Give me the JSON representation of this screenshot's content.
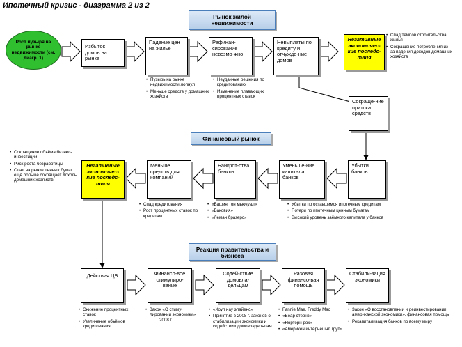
{
  "title": "Ипотечный кризис - диаграмма 2 из 2",
  "sections": {
    "housing": "Рынок жилой недвижимости",
    "financial": "Финансовый рынок",
    "government": "Реакция правительства и бизнеса"
  },
  "start": "Рост пузыря на рынке недвижимости (см. диагр. 1)",
  "row1": {
    "b1": "Избыток домов на рынке",
    "b2": "Падение цен на жильё",
    "b3": "Рефинан-сирование невозмо-жно",
    "b4": "Невыплаты по кредиту и отчужде-ние домов",
    "neg": "Негативные экономичес-кие последс-твия"
  },
  "row1_notes": {
    "b2": [
      "Пузырь на рынке недвижимости лопнул",
      "Меньше средств у домашних хозяйств"
    ],
    "b3": [
      "Неудачные решения по кредитованию",
      "Изменение плавающих процентных ставок"
    ],
    "neg": [
      "Спад темпов строительства жилья",
      "Сокращение потребления из-за падения доходов домашних хозяйств"
    ]
  },
  "cash_flow_box": "Сокраще-ние притока средств",
  "row2": {
    "b1": "Убытки банков",
    "b2": "Уменьше-ние капитала банков",
    "b3": "Банкрот-ства банков",
    "b4": "Меньше средств для компаний",
    "neg": "Негативные экономичес-кие последс-твия"
  },
  "row2_notes": {
    "left": [
      "Сокращение объёма бизнес-инвестиций",
      "Риск роста безработицы",
      "Спад на рынке ценных бумаг ещё больше сокращает доходы домашних хозяйств"
    ],
    "b4": [
      "Спад кредитования",
      "Рост процентных ставок по кредитам"
    ],
    "b3": [
      "«Вашингтон мьючуал»",
      "«Ваковия»",
      "«Леман бразерс»"
    ],
    "b2": [
      "Убытки по оставшимся ипотечным кредитам",
      "Потери по ипотечным ценным бумагам",
      "Высокий уровень заёмного капитала у банков"
    ]
  },
  "row3": {
    "b1": "Действия ЦБ",
    "b2": "Финансо-вое стимулиро-вание",
    "b3": "Содей-ствие домовла-дельцам",
    "b4": "Разовая финансо-вая помощь",
    "b5": "Стабили-зация экономики"
  },
  "row3_notes": {
    "b1": [
      "Снижение процентных ставок",
      "Увеличение объёмов кредитования"
    ],
    "b2_text": "Закон «О стиму-лировании экономики»",
    "b2_year": "2008 г.",
    "b3": [
      "«Хоуп нау элайенс»",
      "Принятие в 2008 г. законов о стабилизации экономики и содействии домовладельцам"
    ],
    "b4": [
      "Fannie Mae, Freddy Mac",
      "«Веар стернз»",
      "«Нортерн рок»",
      "«Америкен интернешнл груп»"
    ],
    "b5": [
      "Закон «О восстановлении и реинвестировании американской экономики», финансовая помощь",
      "Рекапитализация банков по всему миру"
    ]
  },
  "colors": {
    "start": "#2fbf2f",
    "negative": "#ffff00",
    "section": "#c6daf0"
  }
}
